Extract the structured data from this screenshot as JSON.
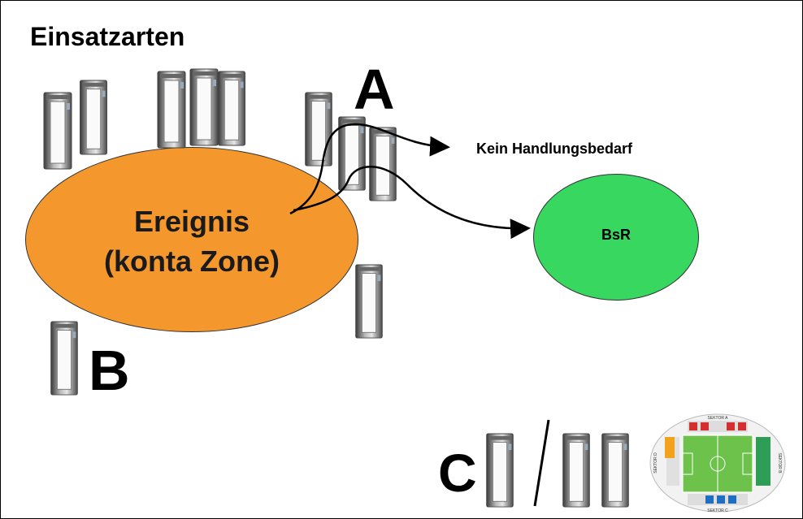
{
  "title": "Einsatzarten",
  "labels": {
    "a": "A",
    "b": "B",
    "c": "C",
    "event_line1": "Ereignis",
    "event_line2": "(konta Zone)",
    "no_action": "Kein Handlungsbedarf",
    "bsr": "BsR"
  },
  "stadium": {
    "sector_a": "SEKTOR A",
    "sector_b": "SEKTOR B",
    "sector_c": "SEKTOR C",
    "sector_d": "SEKTOR D"
  },
  "colors": {
    "event": "#f4982e",
    "bsr": "#37d760",
    "gate": "#7d7d7d",
    "pitch": "#6cc24a"
  },
  "icons": [
    "gate-icon",
    "stadium-map-icon"
  ]
}
